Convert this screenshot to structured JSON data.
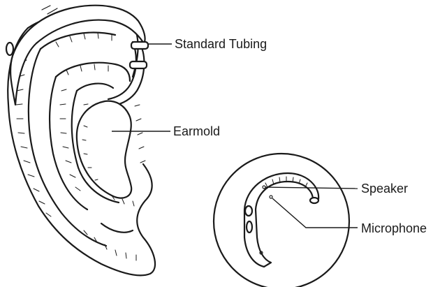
{
  "labels": {
    "tubing": "Standard Tubing",
    "earmold": "Earmold",
    "speaker": "Speaker",
    "microphone": "Microphone"
  },
  "colors": {
    "ink": "#1a1a1a",
    "background": "#ffffff"
  }
}
